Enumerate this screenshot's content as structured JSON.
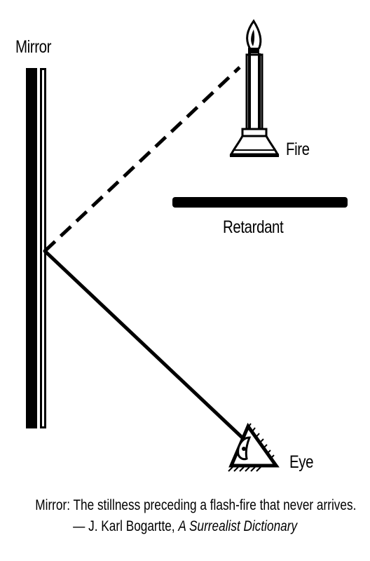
{
  "labels": {
    "mirror": "Mirror",
    "fire": "Fire",
    "retardant": "Retardant",
    "eye": "Eye"
  },
  "caption": {
    "definition": "Mirror: The stillness preceding a flash-fire that never arrives.",
    "attribution_prefix": "— J. Karl Bogartte, ",
    "attribution_title": "A Surrealist Dictionary"
  },
  "colors": {
    "ink": "#000000",
    "paper": "#ffffff"
  }
}
